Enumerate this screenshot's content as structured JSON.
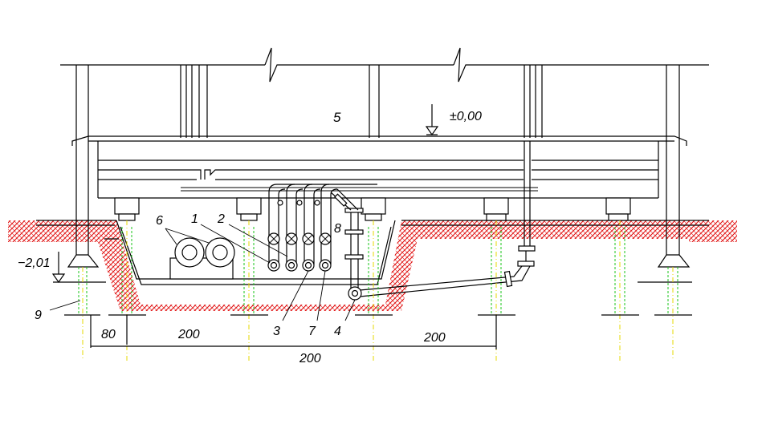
{
  "drawing": {
    "labels": {
      "n1": "1",
      "n2": "2",
      "n3": "3",
      "n4": "4",
      "n5": "5",
      "n6": "6",
      "n7": "7",
      "n8": "8",
      "n9": "9"
    },
    "levels": {
      "top": "±0,00",
      "bottom": "−2,01"
    },
    "dimensions": {
      "d80": "80",
      "d200_left": "200",
      "d200_right": "200",
      "d200_total": "200"
    },
    "colors": {
      "soil_hatch": "#e01010",
      "axis_line": "#e6d800",
      "pile_line": "#19c419",
      "line": "#000000"
    }
  }
}
